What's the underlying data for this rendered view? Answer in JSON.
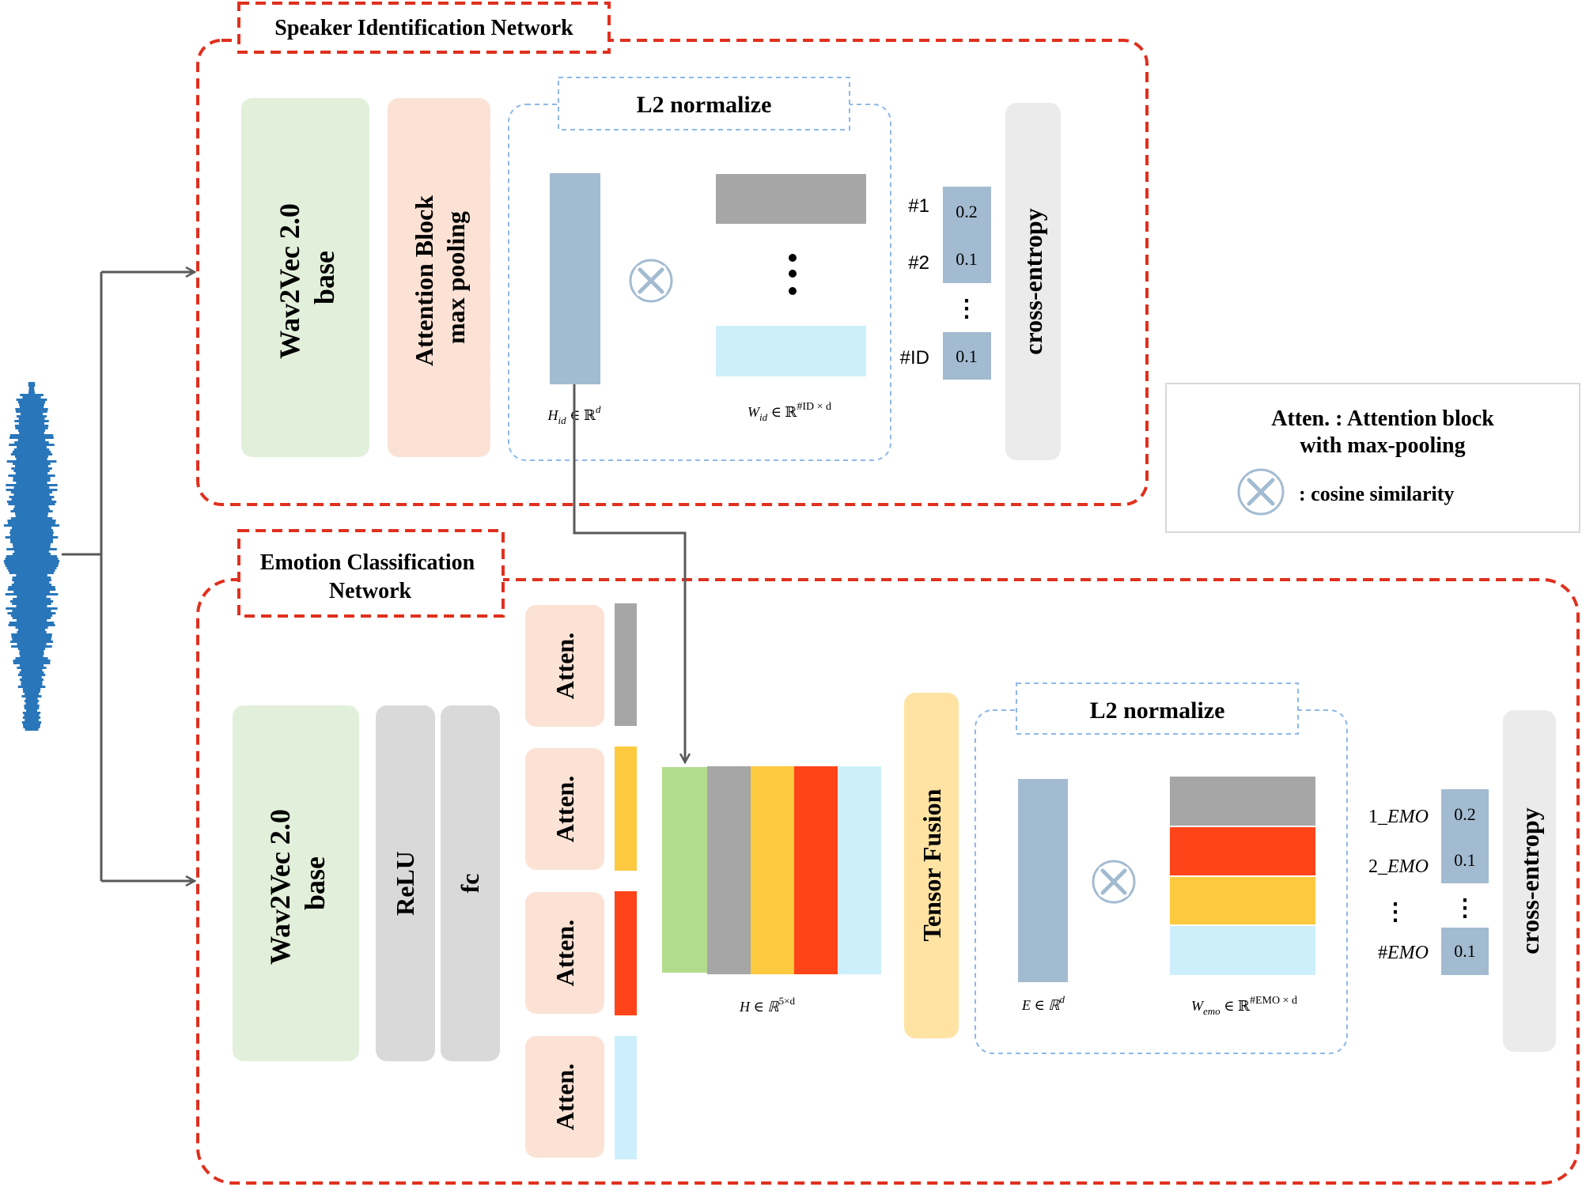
{
  "speaker_network": {
    "title": "Speaker Identification Network",
    "wav2vec_line1": "Wav2Vec 2.0",
    "wav2vec_line2": "base",
    "attention_line1": "Attention Block",
    "attention_line2": "max pooling",
    "l2_label": "L2 normalize",
    "h_id_label": "H",
    "h_id_sub": "id",
    "h_id_rest": " ∈ ℝ",
    "h_id_sup": "d",
    "w_id_label": "W",
    "w_id_sub": "id",
    "w_id_rest": " ∈ ℝ",
    "w_id_sup": "#ID × d",
    "vdots": "⋮",
    "row_labels": [
      "#1",
      "#2",
      "#ID"
    ],
    "row_values": [
      "0.2",
      "0.1",
      "0.1"
    ],
    "loss_label": "cross-entropy"
  },
  "emotion_network": {
    "title_line1": "Emotion Classification",
    "title_line2": "Network",
    "wav2vec_line1": "Wav2Vec 2.0",
    "wav2vec_line2": "base",
    "relu_label": "ReLU",
    "fc_label": "fc",
    "atten_labels": [
      "Atten.",
      "Atten.",
      "Atten.",
      "Atten."
    ],
    "h_label": "H ∈ ℝ",
    "h_sup": "5×d",
    "tensor_fusion_label": "Tensor Fusion",
    "l2_label": "L2 normalize",
    "e_label": "E ∈ ℝ",
    "e_sup": "d",
    "w_emo_label": "W",
    "w_emo_sub": "emo",
    "w_emo_rest": " ∈ ℝ",
    "w_emo_sup": "#EMO × d",
    "vdots": "⋮",
    "row_labels": [
      "1_",
      "2_",
      "#"
    ],
    "row_label_italic": [
      "EMO",
      "EMO",
      "EMO"
    ],
    "row_values": [
      "0.2",
      "0.1",
      "0.1"
    ],
    "loss_label": "cross-entropy"
  },
  "legend": {
    "line1": "Atten. : Attention block",
    "line2": "with max-pooling",
    "cosine_label": ": cosine similarity",
    "cosine_icon": "circled-times-icon"
  },
  "colors": {
    "red_dashed": "#e0301e",
    "blue_dashed": "#8fb8e8",
    "wav2vec_green": "#e2efda",
    "atten_peach": "#fbe2d5",
    "loss_gray": "#ebebeb",
    "relu_gray": "#d9d9d9",
    "steel_blue": "#a3bbd1",
    "gray_bar": "#a6a6a6",
    "light_blue_bar": "#cdeffb",
    "yellow_bar": "#fdc93f",
    "red_bar": "#ff4419",
    "green_bar": "#b2dc8c",
    "tensor_yellow": "#fee3a3",
    "waveform_blue": "#2976ba",
    "arrow_gray": "#595959"
  }
}
